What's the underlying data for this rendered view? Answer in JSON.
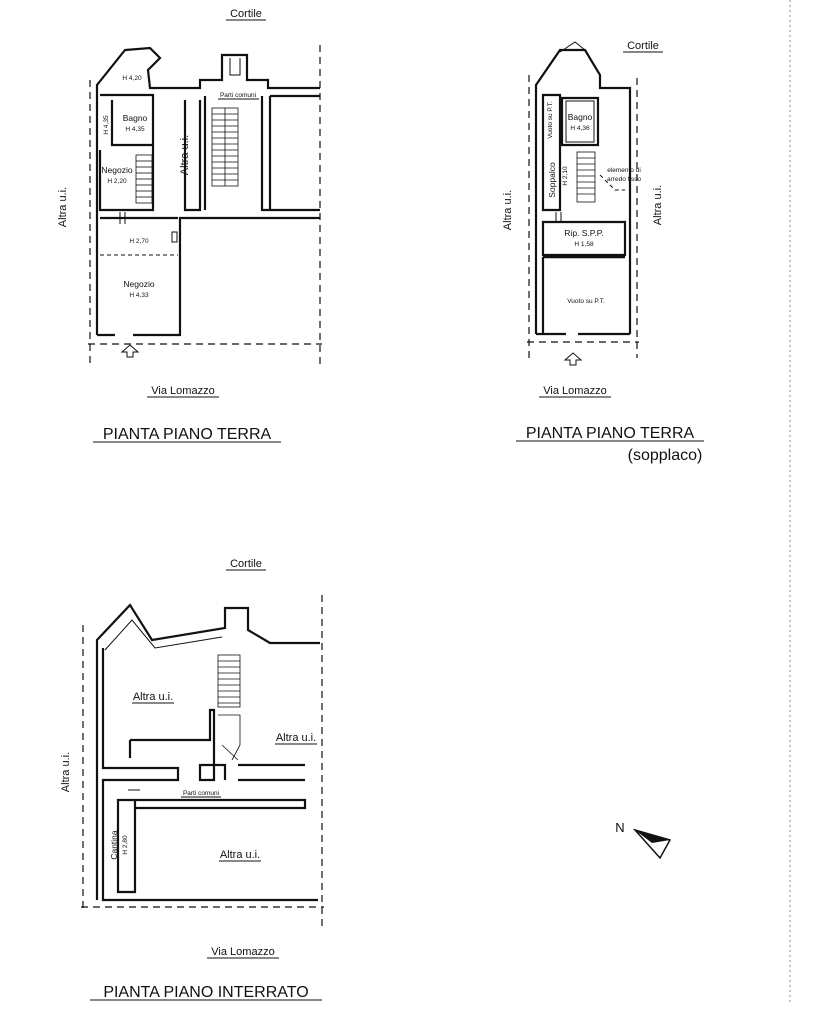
{
  "plans": [
    {
      "title": "PIANTA PIANO TERRA",
      "street_top": "Cortile",
      "street_bottom": "Via Lomazzo",
      "neighbor_left": "Altra u.i.",
      "neighbor_mid": "Altra u.i.",
      "common_parts": "Parti comuni",
      "rooms": {
        "h_top": "H 4,20",
        "h_side": "H 4,35",
        "bagno": "Bagno",
        "bagno_h": "H 4,35",
        "negozio_small": "Negozio",
        "negozio_small_h": "H 2,20",
        "mezz_h": "H 2,70",
        "negozio_main": "Negozio",
        "negozio_main_h": "H 4,33"
      }
    },
    {
      "title": "PIANTA PIANO TERRA",
      "subtitle": "(sopplaco)",
      "street_top": "Cortile",
      "street_bottom": "Via Lomazzo",
      "neighbor_left": "Altra u.i.",
      "neighbor_right": "Altra u.i.",
      "rooms": {
        "vuoto_pt_side": "Vuoto su P.T.",
        "bagno": "Bagno",
        "bagno_h": "H 4,36",
        "soppalco": "Soppalco",
        "soppalco_h": "H 2,10",
        "arredo_1": "elemento di",
        "arredo_2": "arredo fisso",
        "rip": "Rip. S.P.P.",
        "rip_h": "H 1,58",
        "vuoto_pt": "Vuoto su P.T."
      }
    },
    {
      "title": "PIANTA PIANO INTERRATO",
      "street_top": "Cortile",
      "street_bottom": "Via Lomazzo",
      "neighbor_left": "Altra u.i.",
      "neighbor_top": "Altra u.i.",
      "neighbor_right": "Altra u.i.",
      "neighbor_bottom": "Altra u.i.",
      "common_parts": "Parti comuni",
      "rooms": {
        "cantina": "Cantina",
        "cantina_h": "H 2,80"
      }
    }
  ],
  "north": "N"
}
